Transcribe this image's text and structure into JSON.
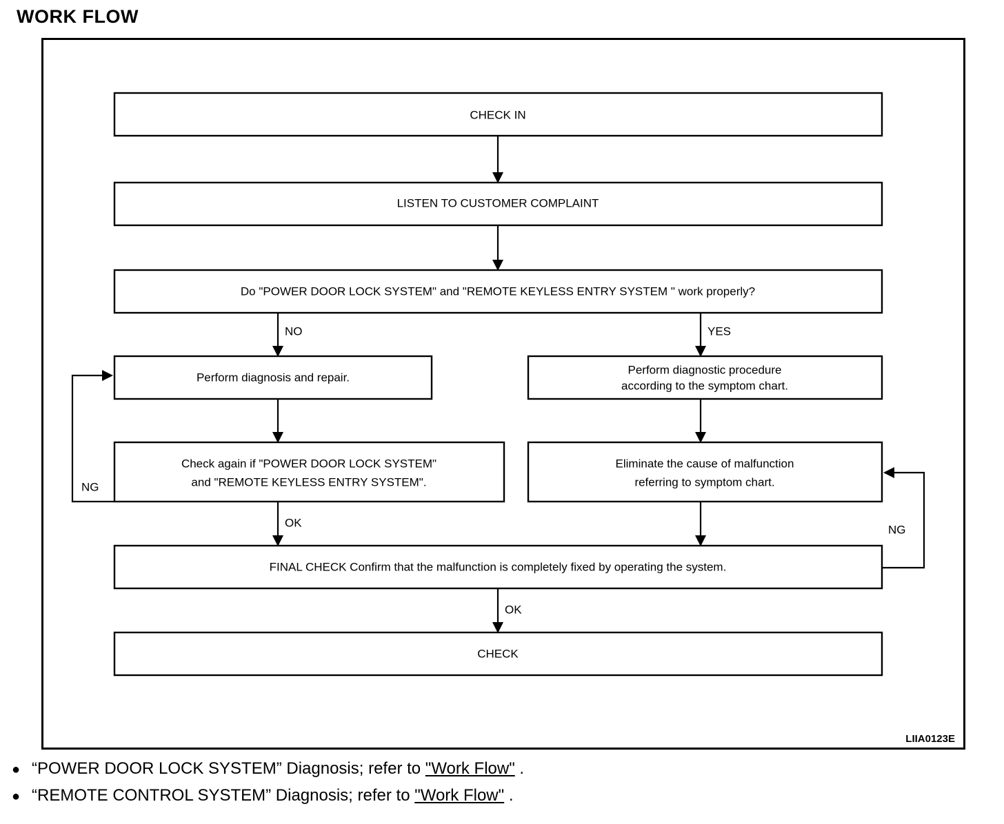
{
  "page": {
    "title": "WORK FLOW",
    "diagram_id": "LIIA0123E"
  },
  "flowchart": {
    "nodes": {
      "check_in": "CHECK IN",
      "listen": "LISTEN TO CUSTOMER COMPLAINT",
      "question": "Do \"POWER DOOR LOCK SYSTEM\" and \"REMOTE  KEYLESS  ENTRY  SYSTEM \" work properly?",
      "perform_repair": "Perform diagnosis and repair.",
      "perform_procedure_line1": "Perform diagnostic procedure",
      "perform_procedure_line2": "according to the symptom chart.",
      "check_again_line1": "Check again if \"POWER DOOR LOCK SYSTEM\"",
      "check_again_line2": "and \"REMOTE  KEYLESS  ENTRY SYSTEM\".",
      "eliminate_line1": "Eliminate the cause of malfunction",
      "eliminate_line2": "referring to symptom chart.",
      "final_check": "FINAL CHECK Confirm that the malfunction is completely fixed by operating the system.",
      "check_out": "CHECK"
    },
    "edge_labels": {
      "no": "NO",
      "yes": "YES",
      "ng_left": "NG",
      "ok_left": "OK",
      "ng_right": "NG",
      "ok_bottom": "OK"
    }
  },
  "notes": [
    {
      "bullet": "●",
      "prefix": "“POWER DOOR LOCK SYSTEM” Diagnosis; refer to ",
      "link": "\"Work Flow\"",
      "suffix": " ."
    },
    {
      "bullet": "●",
      "prefix": "“REMOTE CONTROL SYSTEM” Diagnosis; refer to ",
      "link": "\"Work Flow\"",
      "suffix": " ."
    }
  ]
}
